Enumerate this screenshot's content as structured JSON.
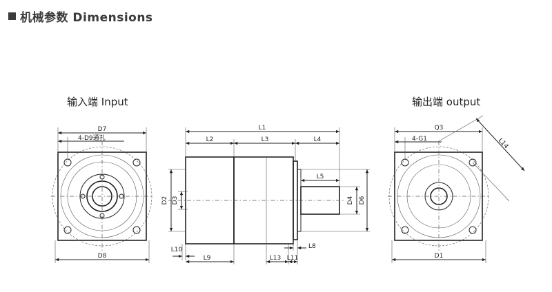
{
  "header": {
    "title": "机械参数 Dimensions"
  },
  "views": {
    "input": {
      "label": "输入端 Input",
      "dims": {
        "d7": "D7",
        "holes": "4-D9通孔",
        "d8": "D8"
      }
    },
    "side": {
      "dims": {
        "l1": "L1",
        "l2": "L2",
        "l3": "L3",
        "l4": "L4",
        "l5": "L5",
        "d2": "D2",
        "d3": "D3",
        "d4": "D4",
        "d6": "D6",
        "l10": "L10",
        "l9": "L9",
        "l13": "L13",
        "l11": "L11",
        "l8": "L8"
      }
    },
    "output": {
      "label": "输出端 output",
      "dims": {
        "q3": "Q3",
        "holes": "4-G1",
        "l14": "L14",
        "d1": "D1"
      }
    }
  }
}
